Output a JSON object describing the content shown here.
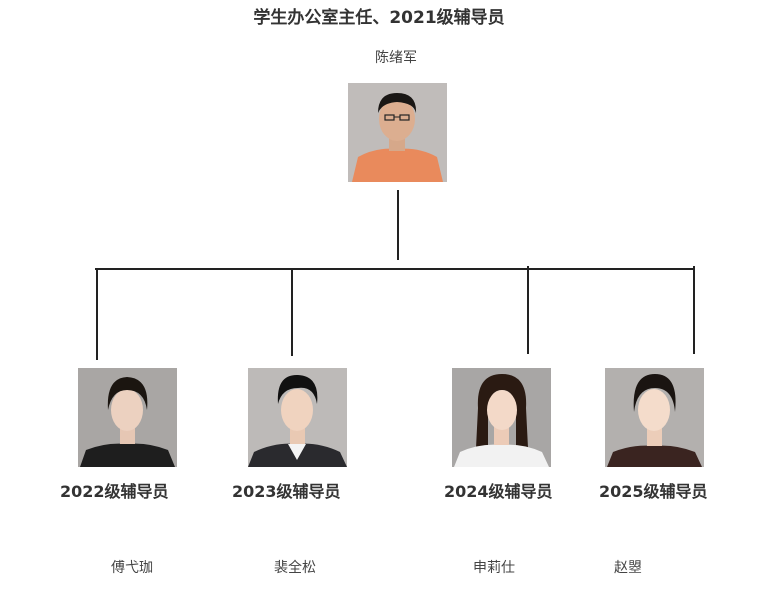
{
  "title": "学生办公室主任、2021级辅导员",
  "head": {
    "name": "陈绪军",
    "shirt_color": "#e98a5c",
    "bg_color": "#c0bcba"
  },
  "members": [
    {
      "role": "2022级辅导员",
      "name": "傅弋珈",
      "shirt_color": "#1e1e1e",
      "hair": "#1b1510",
      "bg_color": "#a9a6a4"
    },
    {
      "role": "2023级辅导员",
      "name": "裴全松",
      "shirt_color": "#2a2a2e",
      "hair": "#111111",
      "bg_color": "#bdbab8"
    },
    {
      "role": "2024级辅导员",
      "name": "申莉仕",
      "shirt_color": "#f2f2f2",
      "hair": "#2a1a12",
      "bg_color": "#a8a6a5"
    },
    {
      "role": "2025级辅导员",
      "name": "赵曌",
      "shirt_color": "#3a2420",
      "hair": "#1a1411",
      "bg_color": "#b3b0ae"
    }
  ]
}
